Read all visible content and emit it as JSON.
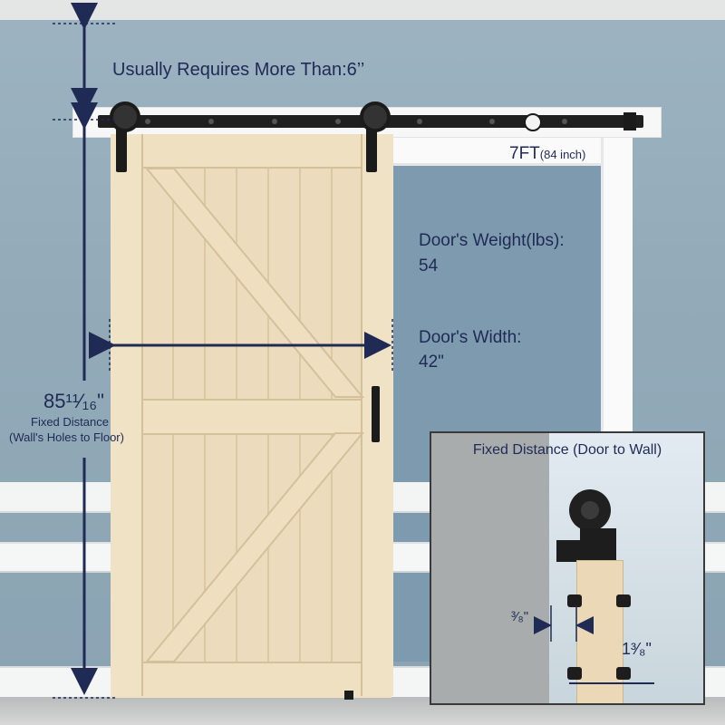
{
  "header_note": "Usually Requires More Than:6’’",
  "track": {
    "length_main": "7FT",
    "length_detail": "(84 inch)"
  },
  "weight": {
    "label": "Door's Weight(lbs):",
    "value": "54"
  },
  "width": {
    "label": "Door's Width:",
    "value": "42\""
  },
  "height": {
    "value": "85¹¹⁄₁₆\"",
    "line1": "Fixed Distance",
    "line2": "(Wall's Holes to Floor)"
  },
  "inset": {
    "title": "Fixed Distance (Door to Wall)",
    "gap_small": "³⁄₈\"",
    "gap_large": "1³⁄₈\""
  },
  "colors": {
    "dimension": "#1f2a55",
    "rail": "#1f1f1f",
    "wood": "#ecdcbd"
  }
}
